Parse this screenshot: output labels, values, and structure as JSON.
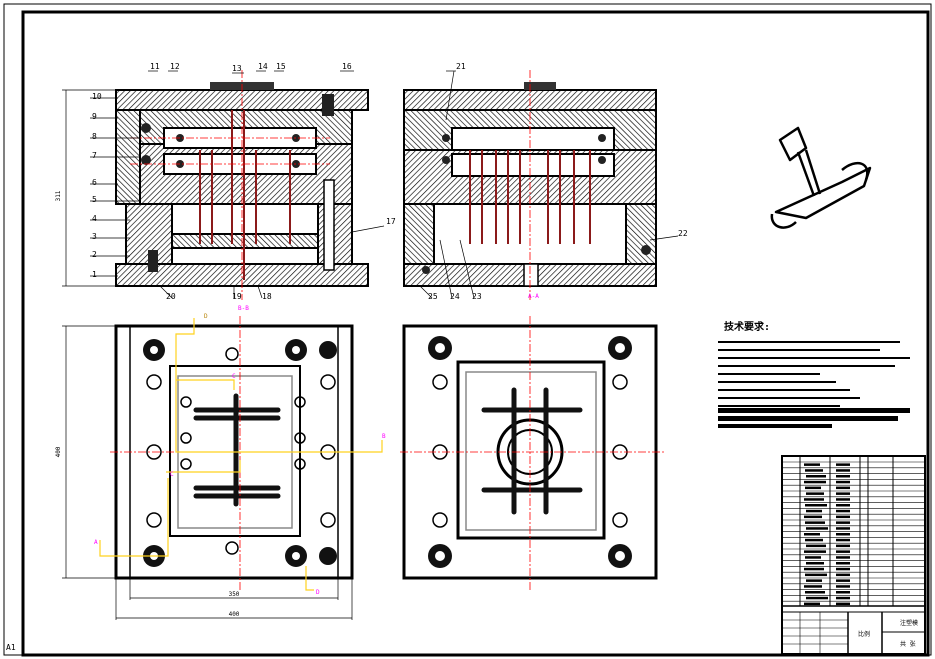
{
  "sheet": {
    "size_label": "A1"
  },
  "section_view": {
    "part_numbers": [
      "1",
      "2",
      "3",
      "4",
      "5",
      "6",
      "7",
      "8",
      "9",
      "10",
      "11",
      "12",
      "13",
      "14",
      "15",
      "16",
      "17",
      "18",
      "19",
      "20",
      "21",
      "22",
      "23",
      "24",
      "25"
    ],
    "height_dim": "311",
    "section_marks": [
      "B-B",
      "A-A"
    ]
  },
  "plan_view": {
    "height_dim": "400",
    "inner_width_dim": "350",
    "outer_width_dim": "400",
    "callouts": [
      "D",
      "C",
      "B",
      "A",
      "C",
      "D"
    ]
  },
  "tech_req": {
    "title": "技术要求:"
  },
  "title_block": {
    "name_cell": "注塑模",
    "scale_cell": "比例",
    "sheet_cell": "共 张"
  },
  "colors": {
    "line": "#000000",
    "center": "#ff0000",
    "part": "#8b1a1a",
    "dim_callout": "#ffd21f",
    "magenta": "#ff00ff"
  }
}
